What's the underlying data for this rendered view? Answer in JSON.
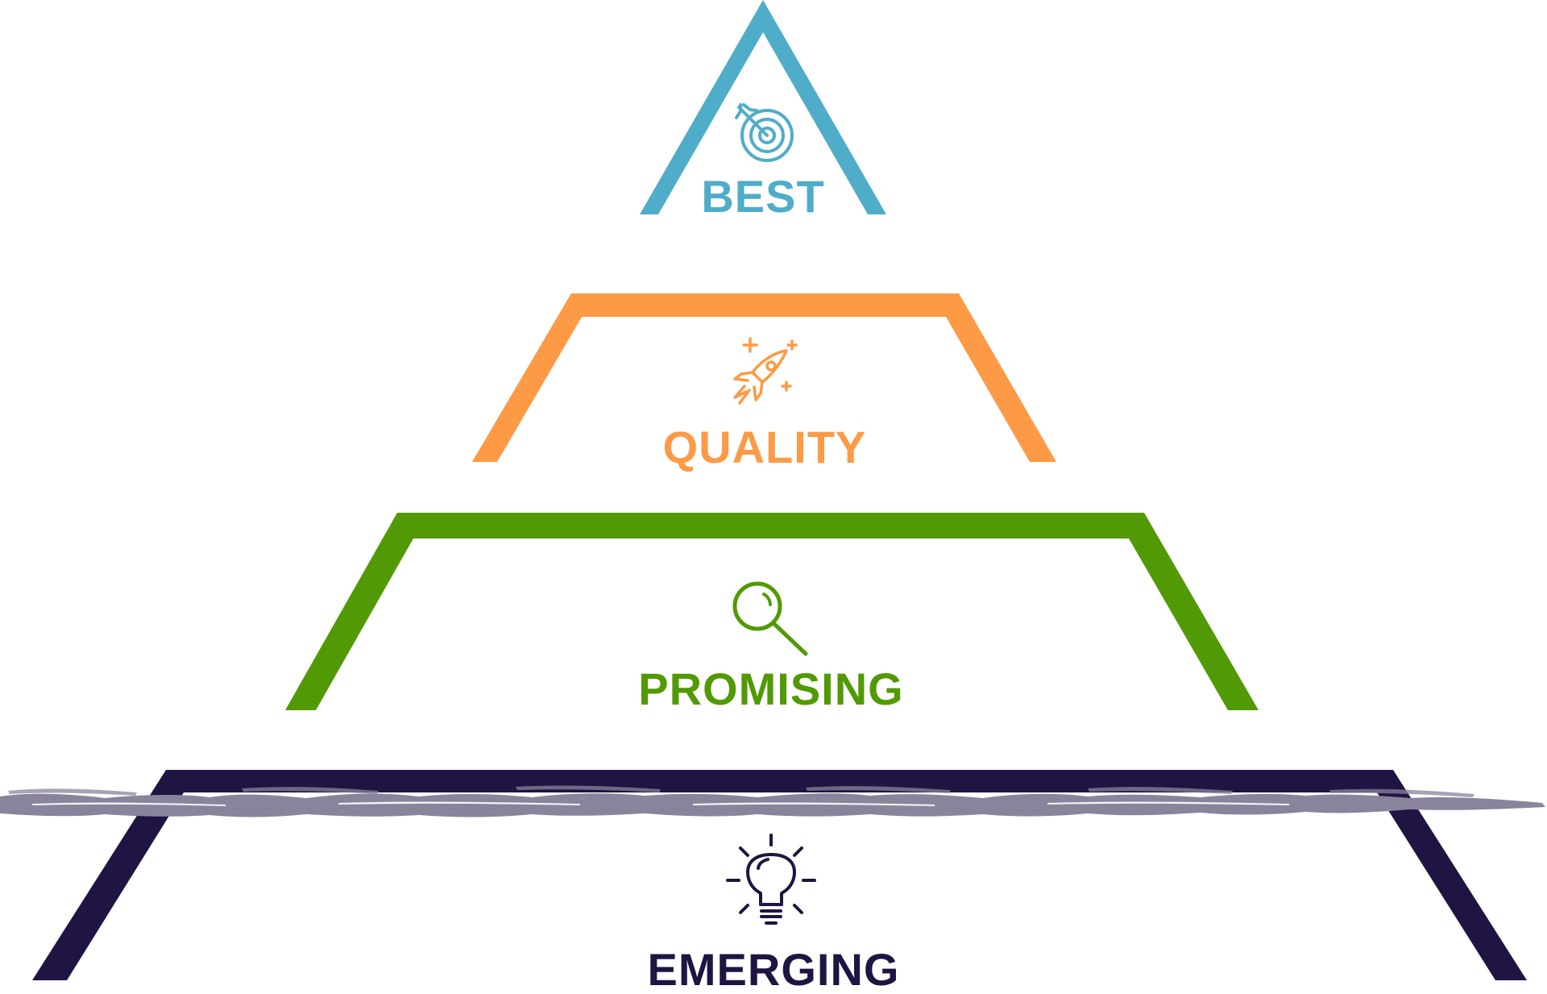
{
  "diagram": {
    "tiers": [
      {
        "id": "best",
        "label": "BEST",
        "color": "#4fadc9",
        "icon": "target-icon"
      },
      {
        "id": "quality",
        "label": "QUALITY",
        "color": "#fd9a46",
        "icon": "rocket-icon"
      },
      {
        "id": "promising",
        "label": "PROMISING",
        "color": "#519a05",
        "icon": "magnifier-icon"
      },
      {
        "id": "emerging",
        "label": "EMERGING",
        "color": "#201442",
        "icon": "lightbulb-icon"
      }
    ],
    "divider_color": "#8a839c"
  }
}
